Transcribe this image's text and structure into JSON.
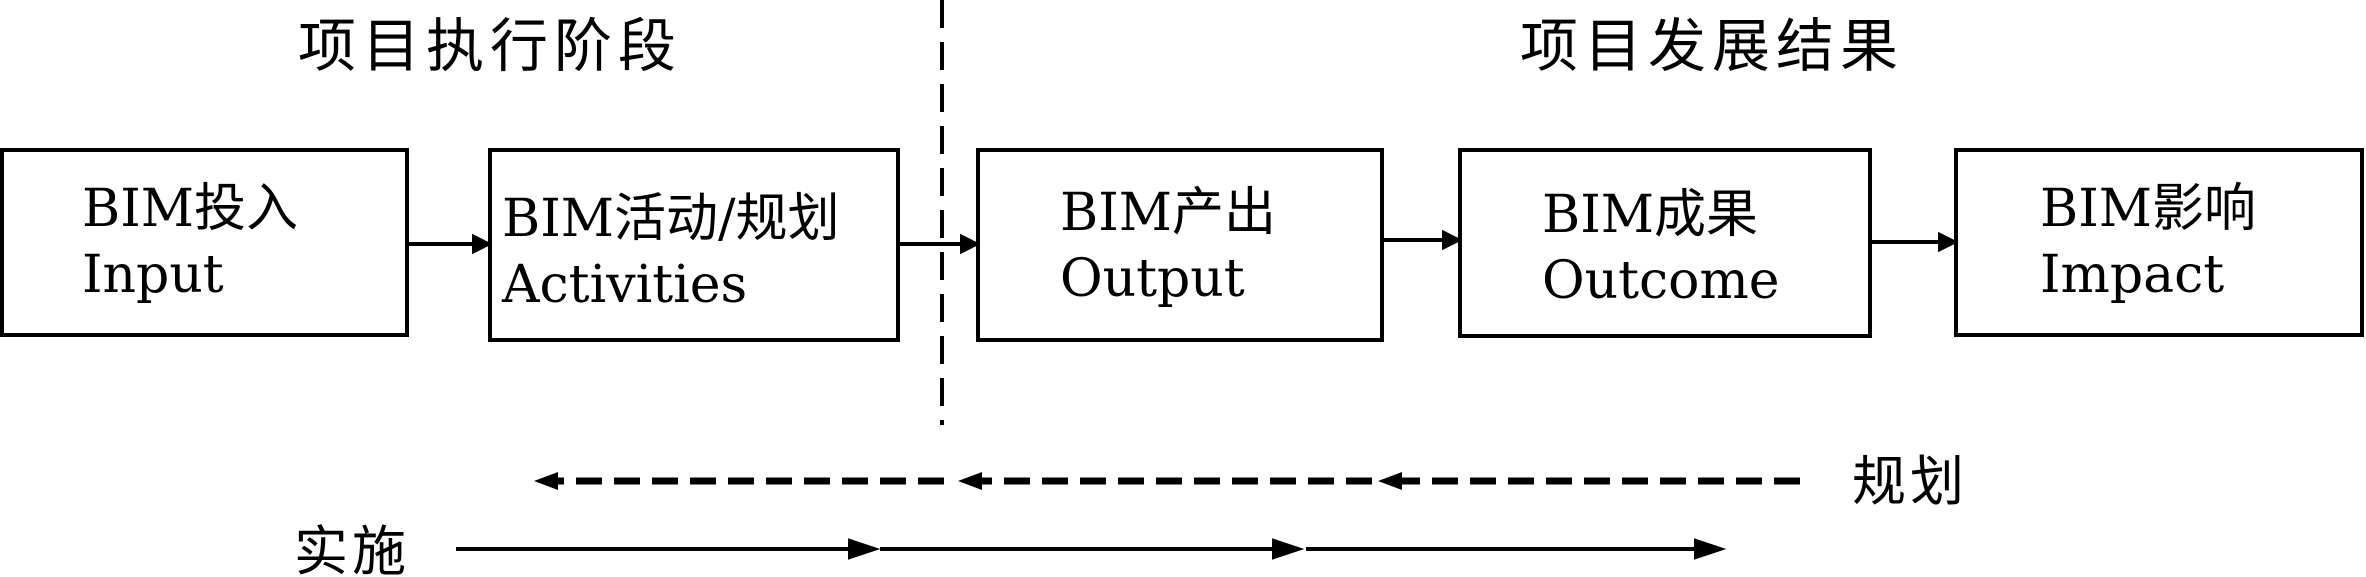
{
  "phases": {
    "execution_label": "项目执行阶段",
    "result_label": "项目发展结果"
  },
  "boxes": [
    {
      "id": "input",
      "line1": "BIM投入",
      "line2": "Input"
    },
    {
      "id": "activities",
      "line1": "BIM活动/规划",
      "line2": "Activities"
    },
    {
      "id": "output",
      "line1": "BIM产出",
      "line2": "Output"
    },
    {
      "id": "outcome",
      "line1": "BIM成果",
      "line2": "Outcome"
    },
    {
      "id": "impact",
      "line1": "BIM影响",
      "line2": "Impact"
    }
  ],
  "legend": {
    "planning_label": "规划",
    "implementation_label": "实施"
  },
  "colors": {
    "stroke": "#000000",
    "background": "#ffffff"
  }
}
